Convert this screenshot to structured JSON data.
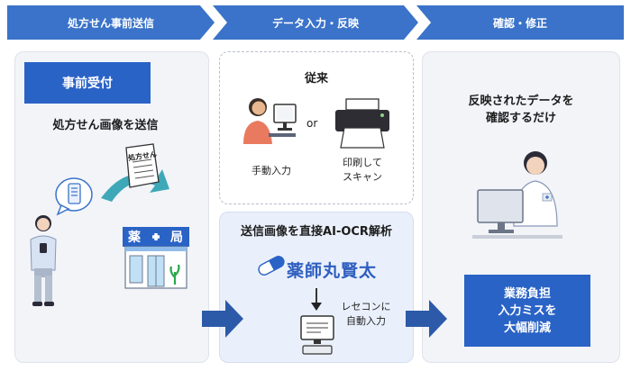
{
  "steps": [
    {
      "label": "処方せん事前送信"
    },
    {
      "label": "データ入力・反映"
    },
    {
      "label": "確認・修正"
    }
  ],
  "col1": {
    "title": "事前受付",
    "subtitle": "処方せん画像を送信",
    "doc_label": "処方せん",
    "pharmacy_sign_left": "薬",
    "pharmacy_sign_right": "局"
  },
  "col2": {
    "heading": "従来",
    "or": "or",
    "manual_label": "手動入力",
    "print_label_line1": "印刷して",
    "print_label_line2": "スキャン",
    "new_heading": "送信画像を直接AI-OCR解析",
    "brand_name": "薬師丸賢太",
    "rececon_line1": "レセコンに",
    "rececon_line2": "自動入力"
  },
  "col3": {
    "heading_line1": "反映されたデータを",
    "heading_line2": "確認するだけ",
    "result_line1": "業務負担",
    "result_line2": "入力ミスを",
    "result_line3": "大幅削減"
  },
  "colors": {
    "primary": "#2a63c6",
    "banner": "#3a73c9",
    "panel": "#f2f4f8",
    "ai_panel": "#eaf0fb",
    "arrow": "#2d5aa8",
    "pharmacy_green": "#2aa84a"
  }
}
